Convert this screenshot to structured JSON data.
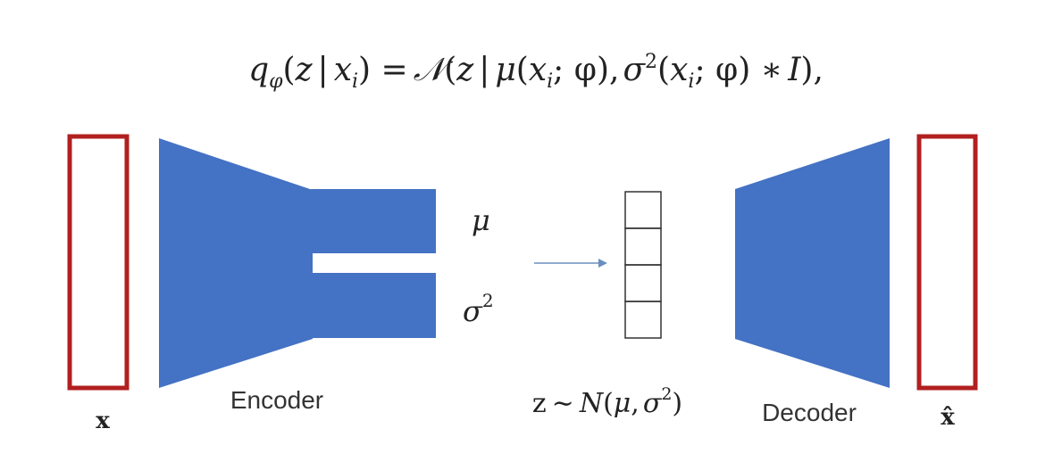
{
  "formula": {
    "q": "q",
    "phi_sub": "φ",
    "open": "(",
    "z1": "z",
    "bar1": "|",
    "xi_x": "x",
    "xi_i": "i",
    "close_eq": ") =",
    "normal": "𝒩",
    "open2": "(",
    "z2": "z",
    "bar2": "|",
    "mu": "μ",
    "open3": "(",
    "x2": "x",
    "i2": "i",
    "semi1": "; φ),",
    "sigma": "σ",
    "sq": "2",
    "open4": "(",
    "x3": "x",
    "i3": "i",
    "semi2": "; φ) ∗",
    "I": "I",
    "end": "),"
  },
  "labels": {
    "x": "x",
    "x_hat": "x̂",
    "encoder": "Encoder",
    "decoder": "Decoder",
    "mu": "μ",
    "sigma": "σ",
    "sigma_sq": "2",
    "sampling": {
      "z": "z",
      "tilde": "∼",
      "N": "N",
      "open": "(",
      "mu": "μ",
      "comma": ",",
      "sigma": "σ",
      "sq": "2",
      "close": ")"
    }
  },
  "colors": {
    "network_fill": "#4472c4",
    "box_outline": "#b21f1f",
    "latent_outline": "#333333",
    "arrow": "#6a8fbf",
    "text": "#222222"
  }
}
